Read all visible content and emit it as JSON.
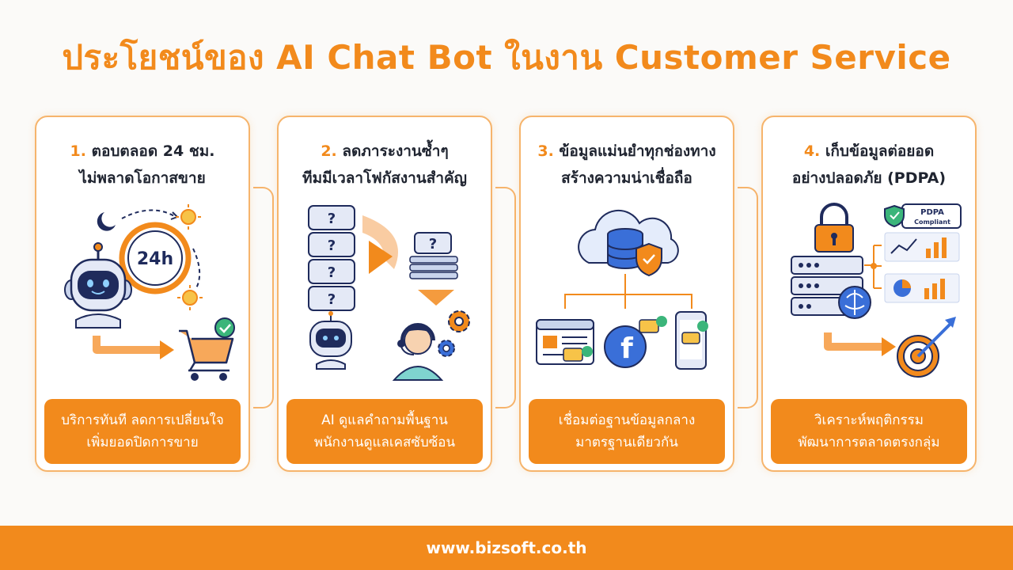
{
  "title": "ประโยชน์ของ AI Chat Bot ในงาน Customer Service",
  "colors": {
    "accent": "#f28a1c",
    "accent_light": "#f6b46c",
    "navy": "#1f2b5c",
    "blue": "#3a6fd8"
  },
  "cards": [
    {
      "number": "1.",
      "title_line1": "ตอบตลอด 24 ชม.",
      "title_line2": "ไม่พลาดโอกาสขาย",
      "clock_label": "24h",
      "icons": [
        "moon-icon",
        "sun-icon",
        "robot-icon",
        "clock-icon",
        "arrow-right-icon",
        "shopping-cart-icon",
        "check-icon"
      ],
      "footer_line1": "บริการทันที ลดการเปลี่ยนใจ",
      "footer_line2": "เพิ่มยอดปิดการขาย"
    },
    {
      "number": "2.",
      "title_line1": "ลดภาระงานซ้ำๆ",
      "title_line2": "ทีมมีเวลาโฟกัสงานสำคัญ",
      "question_mark": "?",
      "icons": [
        "question-bubble-icon",
        "robot-icon",
        "arrow-right-icon",
        "paper-stack-icon",
        "support-agent-icon",
        "gear-icon"
      ],
      "footer_line1": "AI ดูแลคำถามพื้นฐาน",
      "footer_line2": "พนักงานดูแลเคสซับซ้อน"
    },
    {
      "number": "3.",
      "title_line1": "ข้อมูลแม่นยำทุกช่องทาง",
      "title_line2": "สร้างความน่าเชื่อถือ",
      "icons": [
        "cloud-icon",
        "database-icon",
        "shield-check-icon",
        "browser-window-icon",
        "facebook-icon",
        "smartphone-icon",
        "chat-bubble-icon"
      ],
      "footer_line1": "เชื่อมต่อฐานข้อมูลกลาง",
      "footer_line2": "มาตรฐานเดียวกัน"
    },
    {
      "number": "4.",
      "title_line1": "เก็บข้อมูลต่อยอด",
      "title_line2": "อย่างปลอดภัย (PDPA)",
      "badge_line1": "PDPA",
      "badge_line2": "Compliant",
      "icons": [
        "padlock-icon",
        "server-icon",
        "brain-icon",
        "bar-chart-icon",
        "pie-chart-icon",
        "target-icon",
        "arrow-right-icon"
      ],
      "footer_line1": "วิเคราะห์พฤติกรรม",
      "footer_line2": "พัฒนาการตลาดตรงกลุ่ม"
    }
  ],
  "footer": {
    "url": "www.bizsoft.co.th"
  }
}
